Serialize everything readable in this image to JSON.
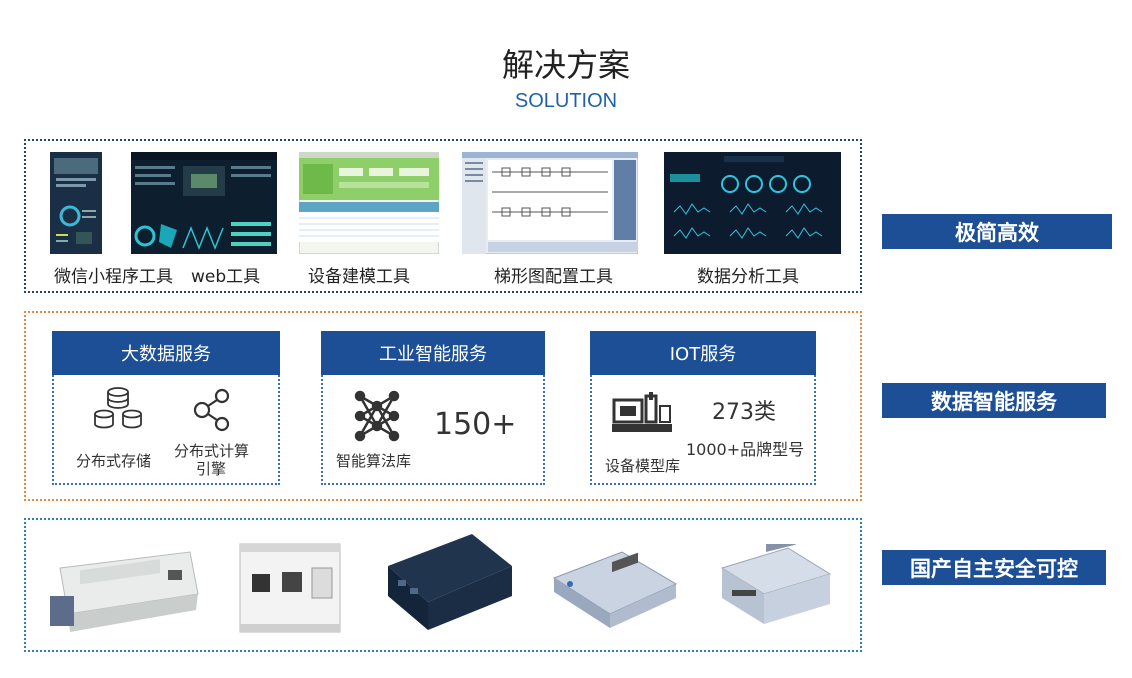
{
  "header": {
    "title": "解决方案",
    "subtitle": "SOLUTION"
  },
  "tools": {
    "labels": [
      "微信小程序工具",
      "web工具",
      "设备建模工具",
      "梯形图配置工具",
      "数据分析工具"
    ]
  },
  "services": [
    {
      "title": "大数据服务",
      "items": [
        "分布式存储",
        "分布式计算",
        "引擎"
      ]
    },
    {
      "title": "工业智能服务",
      "items": [
        "智能算法库"
      ],
      "count": "150+"
    },
    {
      "title": "IOT服务",
      "items": [
        "设备模型库"
      ],
      "count": "273类",
      "brands": "1000+品牌型号"
    }
  ],
  "side_labels": [
    "极简高效",
    "数据智能服务",
    "国产自主安全可控"
  ],
  "colors": {
    "brand_blue": "#1c4f95",
    "accent_blue": "#1f63a6",
    "orange": "#e8883a"
  }
}
